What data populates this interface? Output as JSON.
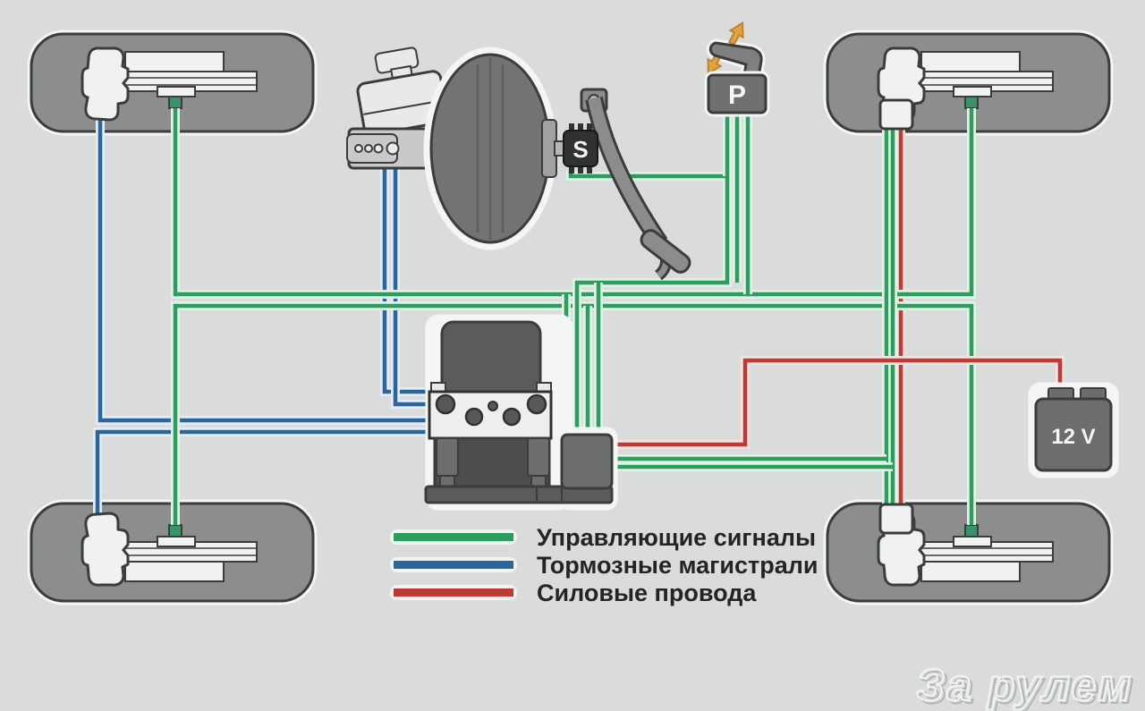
{
  "colors": {
    "background": "#d9dcda",
    "control_signal": "#2b9d5c",
    "brake_line": "#2a659c",
    "power_wire": "#c03a34",
    "arrow_orange": "#e2a23c",
    "component_gray": "#6e7170",
    "wheel_gray": "#8b8e8d"
  },
  "components": {
    "parking_brake_switch_label": "P",
    "pedal_sensor_label": "S",
    "battery_label": "12 V"
  },
  "legend": {
    "items": [
      {
        "label": "Управляющие сигналы",
        "color": "#2b9d5c"
      },
      {
        "label": "Тормозные магистрали",
        "color": "#2a659c"
      },
      {
        "label": "Силовые провода",
        "color": "#c03a34"
      }
    ]
  },
  "watermark": "За рулем"
}
